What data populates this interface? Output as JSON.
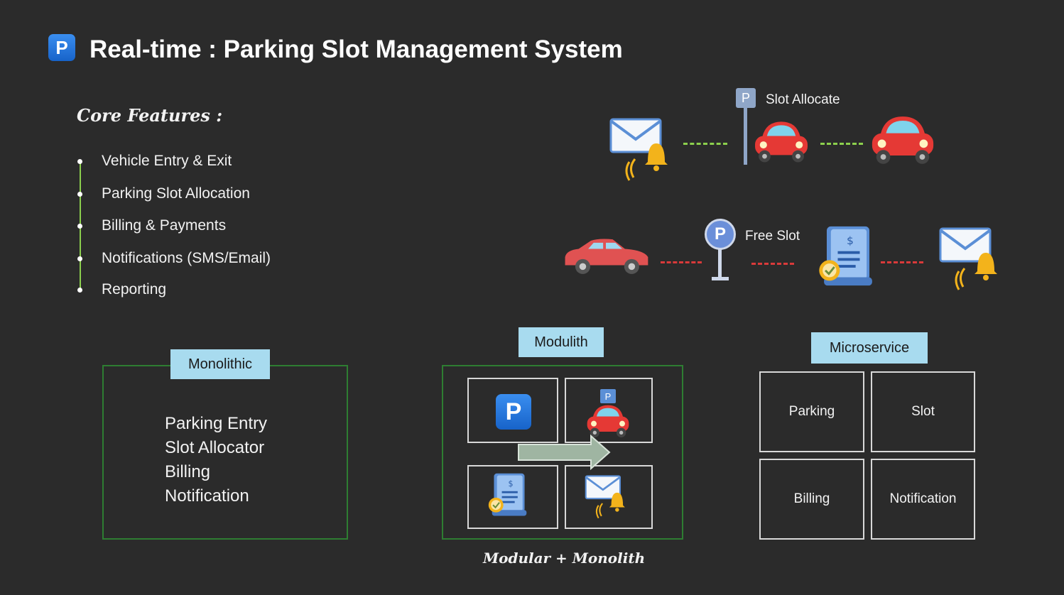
{
  "header": {
    "logo_letter": "P",
    "title": "Real-time : Parking Slot Management System"
  },
  "core_features": {
    "heading": "Core Features :",
    "items": [
      "Vehicle Entry & Exit",
      "Parking Slot Allocation",
      "Billing & Payments",
      "Notifications (SMS/Email)",
      "Reporting"
    ]
  },
  "flows": {
    "allocate_label": "Slot Allocate",
    "free_label": "Free Slot",
    "allocate_sign_letter": "P",
    "free_sign_letter": "P",
    "icons": [
      "mail-bell-icon",
      "parking-sign-icon",
      "car-icon",
      "receipt-icon"
    ]
  },
  "architectures": {
    "monolithic": {
      "label": "Monolithic",
      "modules": [
        "Parking Entry",
        "Slot Allocator",
        "Billing",
        "Notification"
      ]
    },
    "modulith": {
      "label": "Modulith",
      "caption": "Modular + Monolith",
      "parking_letter": "P",
      "sign_letter": "P"
    },
    "microservice": {
      "label": "Microservice",
      "services": [
        "Parking",
        "Slot",
        "Billing",
        "Notification"
      ]
    }
  },
  "colors": {
    "background": "#2b2b2b",
    "accent_green": "#8ccf4d",
    "alert_red": "#d93a3a",
    "label_blue": "#a8dbef",
    "box_border_green": "#2e7d32"
  }
}
